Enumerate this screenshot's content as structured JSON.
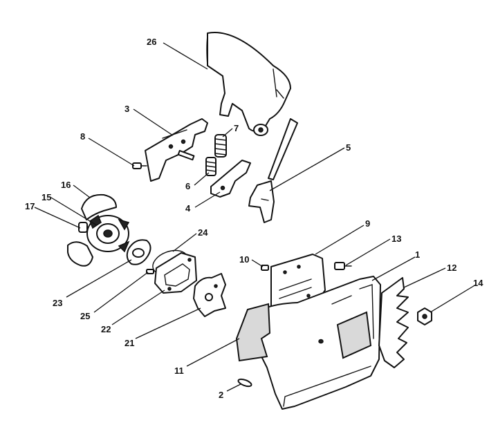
{
  "callouts": [
    {
      "id": "26",
      "label": "26"
    },
    {
      "id": "3",
      "label": "3"
    },
    {
      "id": "7",
      "label": "7"
    },
    {
      "id": "8",
      "label": "8"
    },
    {
      "id": "5",
      "label": "5"
    },
    {
      "id": "16",
      "label": "16"
    },
    {
      "id": "6",
      "label": "6"
    },
    {
      "id": "15",
      "label": "15"
    },
    {
      "id": "17",
      "label": "17"
    },
    {
      "id": "4",
      "label": "4"
    },
    {
      "id": "9",
      "label": "9"
    },
    {
      "id": "24",
      "label": "24"
    },
    {
      "id": "13",
      "label": "13"
    },
    {
      "id": "10",
      "label": "10"
    },
    {
      "id": "1",
      "label": "1"
    },
    {
      "id": "12",
      "label": "12"
    },
    {
      "id": "14",
      "label": "14"
    },
    {
      "id": "23",
      "label": "23"
    },
    {
      "id": "25",
      "label": "25"
    },
    {
      "id": "22",
      "label": "22"
    },
    {
      "id": "21",
      "label": "21"
    },
    {
      "id": "11",
      "label": "11"
    },
    {
      "id": "2",
      "label": "2"
    }
  ]
}
